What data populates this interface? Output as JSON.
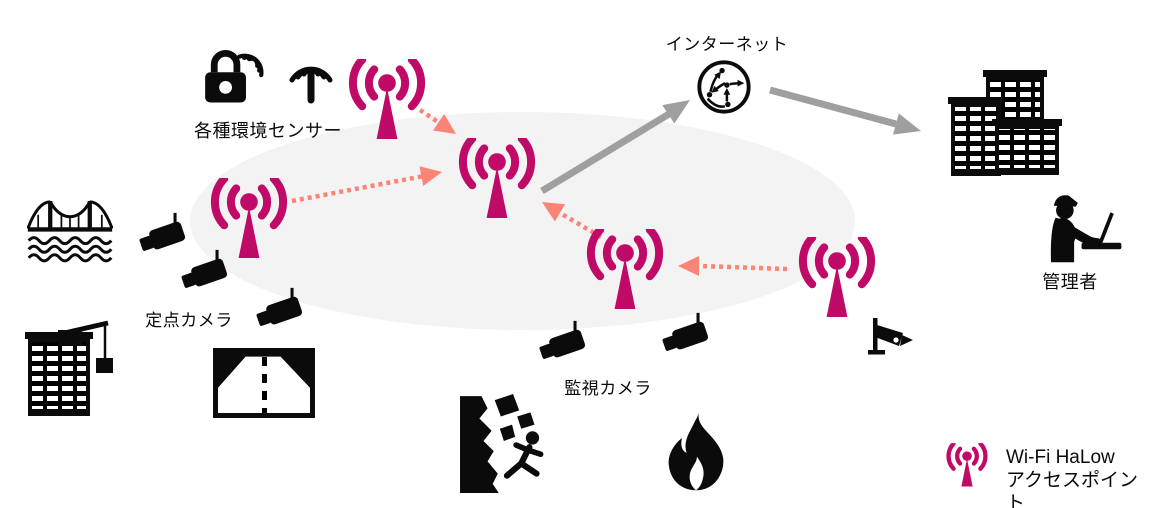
{
  "meta": {
    "description": "Wi-Fi HaLow multi-hop wireless network use-case diagram"
  },
  "labels": {
    "sensors": "各種環境センサー",
    "internet": "インターネット",
    "fixed_camera": "定点カメラ",
    "surveillance_camera": "監視カメラ",
    "admin": "管理者"
  },
  "legend": {
    "line1": "Wi-Fi HaLow",
    "line2": "アクセスポイント"
  },
  "colors": {
    "ap": "#c00a68",
    "mesh": "#fa8577",
    "uplink": "#9f9f9f",
    "ellipse": "#f3f3f3",
    "ink": "#0b0b0b"
  },
  "icon_names": [
    "lock-wifi-icon",
    "sensor-antenna-icon",
    "wifi-halow-ap-icon",
    "internet-globe-icon",
    "office-buildings-icon",
    "admin-laptop-icon",
    "bridge-icon",
    "cctv-camera-icon",
    "crane-building-icon",
    "road-view-icon",
    "rockfall-icon",
    "fire-icon",
    "wall-camera-icon"
  ]
}
